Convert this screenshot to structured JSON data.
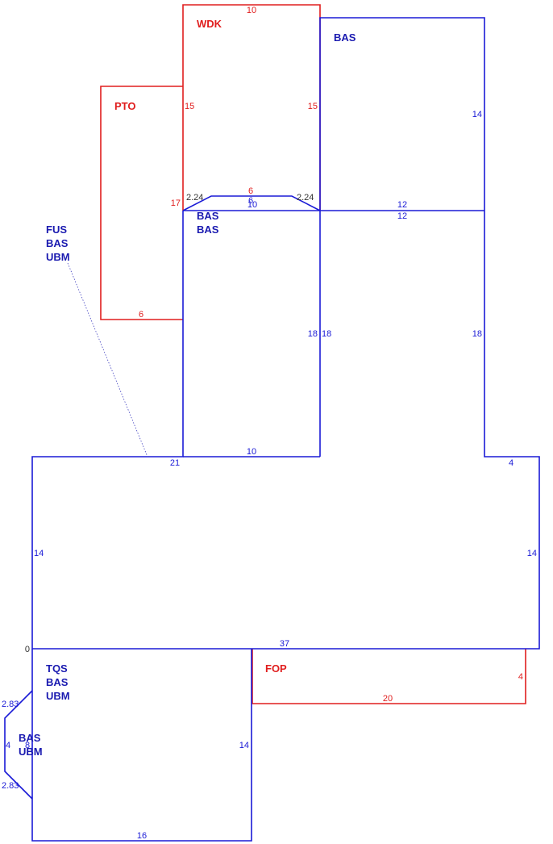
{
  "colors": {
    "building": "#1a1ad6",
    "addition": "#e01e1e",
    "origin": "#333333"
  },
  "labels": {
    "wdk": "WDK",
    "pto": "PTO",
    "bas_top_right": "BAS",
    "bas_center_1": "BAS",
    "bas_center_2": "BAS",
    "fus_stack": [
      "FUS",
      "BAS",
      "UBM"
    ],
    "tqs_stack": [
      "TQS",
      "BAS",
      "UBM"
    ],
    "fop": "FOP",
    "bay_stack": [
      "BAS",
      "UBM"
    ]
  },
  "dimensions": {
    "wdk_top": "10",
    "wdk_left": "15",
    "wdk_right": "15",
    "wdk_bottom": "6",
    "pto_left": "17",
    "pto_bottom": "6",
    "bas_tr_right": "14",
    "bas_tr_bottom_a": "12",
    "bas_tr_bottom_b": "12",
    "chamfer_left": "2.24",
    "chamfer_right": "2.24",
    "chamfer_mid": "6",
    "center_top": "10",
    "center_right_a": "18",
    "center_right_b": "18",
    "right_wing_right": "18",
    "center_bottom": "10",
    "main_top_left": "21",
    "main_top_right": "4",
    "main_left": "14",
    "main_right": "14",
    "main_bottom": "37",
    "origin": "0",
    "fop_right": "4",
    "fop_bottom": "20",
    "lower_right": "14",
    "lower_bottom": "16",
    "bay_top": "2.83",
    "bay_left": "4",
    "bay_bottom": "2.83",
    "bay_inner": "8"
  }
}
